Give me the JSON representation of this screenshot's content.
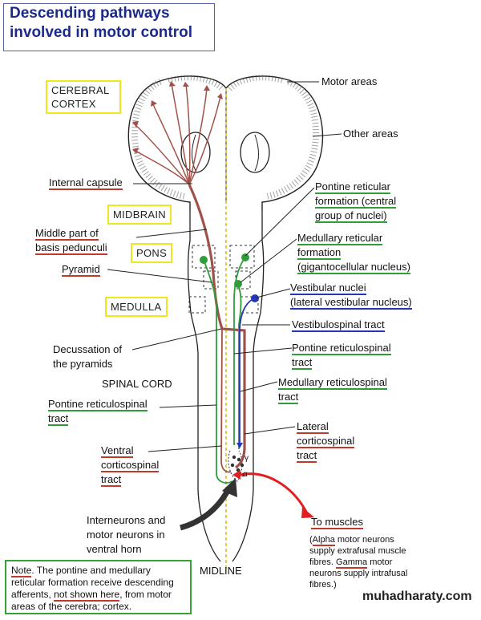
{
  "title": {
    "line1": "Descending pathways",
    "line2": "involved in motor control"
  },
  "regions": {
    "cerebral_cortex_1": "CEREBRAL",
    "cerebral_cortex_2": "CORTEX",
    "midbrain": "MIDBRAIN",
    "pons": "PONS",
    "medulla": "MEDULLA",
    "spinal_cord": "SPINAL CORD",
    "midline": "MIDLINE"
  },
  "labels": {
    "motor_areas": "Motor areas",
    "other_areas": "Other areas",
    "internal_capsule": "Internal capsule",
    "middle_part_1": "Middle part of",
    "middle_part_2": "basis pedunculi",
    "pyramid": "Pyramid",
    "decussation_1": "Decussation of",
    "decussation_2": "the pyramids",
    "pontine_rs_left_1": "Pontine reticulospinal",
    "pontine_rs_left_2": "tract",
    "ventral_cs_1": "Ventral",
    "ventral_cs_2": "corticospinal",
    "ventral_cs_3": "tract",
    "interneurons_1": "Interneurons and",
    "interneurons_2": "motor neurons in",
    "interneurons_3": "ventral horn",
    "pontine_rf_1": "Pontine reticular",
    "pontine_rf_2": "formation (central",
    "pontine_rf_3": "group of nuclei)",
    "medullary_rf_1": "Medullary reticular",
    "medullary_rf_2": "formation",
    "medullary_rf_3": "(gigantocellular nucleus)",
    "vestibular_1": "Vestibular nuclei",
    "vestibular_2": "(lateral vestibular nucleus)",
    "vestibulospinal": "Vestibulospinal tract",
    "pontine_rs_right_1": "Pontine reticulospinal",
    "pontine_rs_right_2": "tract",
    "medullary_rs_1": "Medullary reticulospinal",
    "medullary_rs_2": "tract",
    "lateral_cs_1": "Lateral",
    "lateral_cs_2": "corticospinal",
    "lateral_cs_3": "tract",
    "to_muscles": "To muscles",
    "alpha_gamma": "α",
    "gamma_sym": "γ"
  },
  "muscle_note": {
    "l1a": "(",
    "l1b": "Alpha",
    "l1c": " motor neurons",
    "l2": " supply extrafusal muscle",
    "l3a": " fibres.  ",
    "l3b": "Gamma",
    "l3c": " motor",
    "l4": "  neurons supply intrafusal",
    "l5": "fibres.)"
  },
  "note": {
    "n1": "Note",
    "n2": ".  The pontine and medullary",
    "n3": "reticular formation receive descending",
    "n4": "afferents, ",
    "n5": "not shown here",
    "n6": ", from motor",
    "n7": "areas of the cerebra; cortex."
  },
  "watermark": "muhadharaty.com",
  "colors": {
    "corticospinal": "#a0524a",
    "reticulospinal": "#2e9d3a",
    "vestibulospinal": "#2636b8",
    "muscle_arrow": "#e02020",
    "title": "#1b2a8a"
  }
}
